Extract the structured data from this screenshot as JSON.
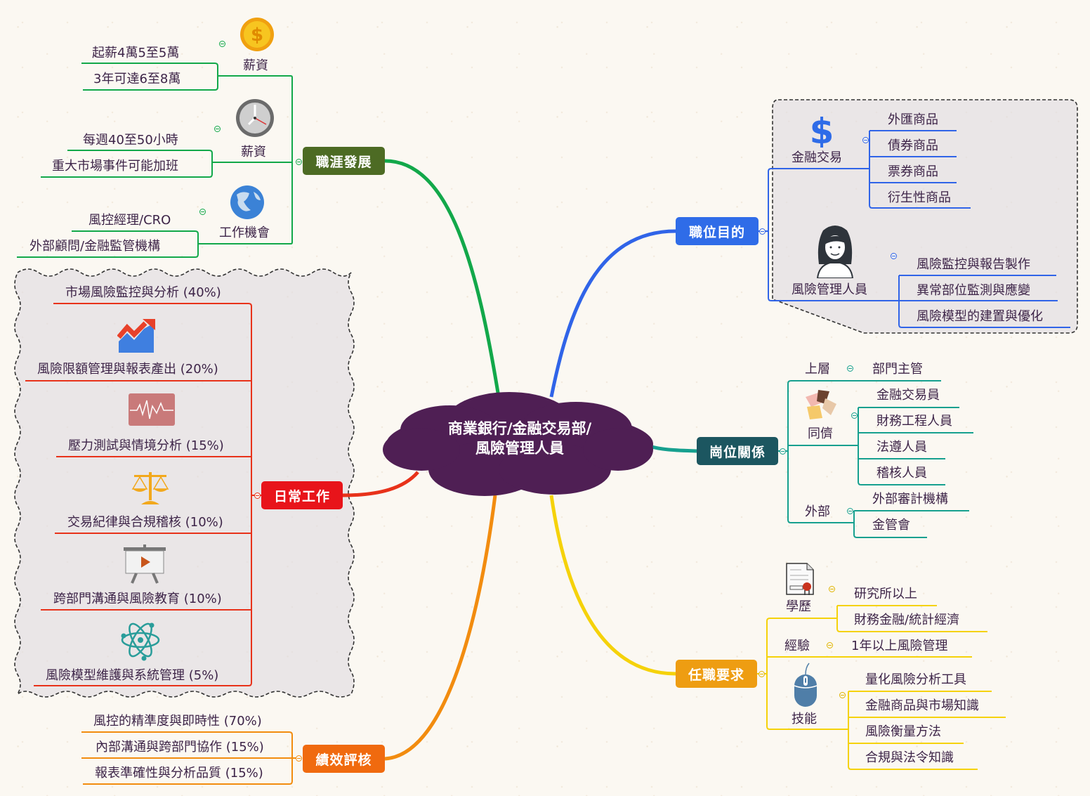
{
  "central_topic": {
    "line1": "商業銀行/金融交易部/",
    "line2": "風險管理人員",
    "color": "#4f1f54"
  },
  "branches": {
    "career": {
      "title": "職涯發展",
      "color": "#4d6b24",
      "line_color": "#12a84a",
      "groups": [
        {
          "label": "薪資",
          "icon": "coin-dollar-icon",
          "items": [
            "起薪4萬5至5萬",
            "3年可達6至8萬"
          ]
        },
        {
          "label": "薪資",
          "icon": "clock-icon",
          "items": [
            "每週40至50小時",
            "重大市場事件可能加班"
          ]
        },
        {
          "label": "工作機會",
          "icon": "globe-icon",
          "items": [
            "風控經理/CRO",
            "外部顧問/金融監管機構"
          ]
        }
      ]
    },
    "daily_work": {
      "title": "日常工作",
      "color": "#e8141a",
      "line_color": "#e8321a",
      "items": [
        {
          "label": "市場風險監控與分析 (40%)",
          "icon": ""
        },
        {
          "label": "風險限額管理與報表產出 (20%)",
          "icon": "trend-chart-icon"
        },
        {
          "label": "壓力測試與情境分析 (15%)",
          "icon": "heartbeat-monitor-icon"
        },
        {
          "label": "交易紀律與合規稽核 (10%)",
          "icon": "balance-scale-icon"
        },
        {
          "label": "跨部門溝通與風險教育 (10%)",
          "icon": "presentation-board-icon"
        },
        {
          "label": "風險模型維護與系統管理 (5%)",
          "icon": "atom-icon"
        }
      ]
    },
    "performance": {
      "title": "績效評核",
      "color": "#f06a0f",
      "line_color": "#f28c0f",
      "items": [
        "風控的精準度與即時性 (70%)",
        "內部溝通與跨部門協作 (15%)",
        "報表準確性與分析品質 (15%)"
      ]
    },
    "purpose": {
      "title": "職位目的",
      "color": "#2f6ce8",
      "line_color": "#3064e8",
      "groups": [
        {
          "label": "金融交易",
          "icon": "dollar-sign-icon",
          "items": [
            "外匯商品",
            "債券商品",
            "票券商品",
            "衍生性商品"
          ]
        },
        {
          "label": "風險管理人員",
          "icon": "person-avatar-icon",
          "items": [
            "風險監控與報告製作",
            "異常部位監測與應變",
            "風險模型的建置與優化"
          ]
        }
      ]
    },
    "relations": {
      "title": "崗位關係",
      "color": "#1c5660",
      "line_color": "#16a08f",
      "groups": [
        {
          "label": "上層",
          "icon": "",
          "items": [
            "部門主管"
          ]
        },
        {
          "label": "同儕",
          "icon": "hands-teamwork-icon",
          "items": [
            "金融交易員",
            "財務工程人員",
            "法遵人員",
            "稽核人員"
          ]
        },
        {
          "label": "外部",
          "icon": "",
          "items": [
            "外部審計機構",
            "金管會"
          ]
        }
      ]
    },
    "requirements": {
      "title": "任職要求",
      "color": "#ee9d12",
      "line_color": "#f5d20a",
      "groups": [
        {
          "label": "學歷",
          "icon": "certificate-icon",
          "items": [
            "研究所以上",
            "財務金融/統計經濟"
          ]
        },
        {
          "label": "經驗",
          "icon": "",
          "items": [
            "1年以上風險管理"
          ]
        },
        {
          "label": "技能",
          "icon": "mouse-icon",
          "items": [
            "量化風險分析工具",
            "金融商品與市場知識",
            "風險衡量方法",
            "合規與法令知識"
          ]
        }
      ]
    }
  }
}
